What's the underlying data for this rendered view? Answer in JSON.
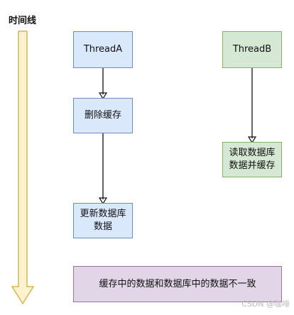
{
  "timeline": {
    "label": "时间线"
  },
  "nodes": {
    "thread_a": "ThreadA",
    "thread_b": "ThreadB",
    "delete_cache": "删除缓存",
    "update_db": "更新数据库\n数据",
    "read_db": "读取数据库\n数据并缓存",
    "inconsistent": "缓存中的数据和数据库中的数据不一致"
  },
  "colors": {
    "blue_fill": "#dae8fc",
    "blue_stroke": "#6c8ebf",
    "green_fill": "#d5e8d4",
    "green_stroke": "#82b366",
    "purple_fill": "#e1d5e7",
    "purple_stroke": "#9673a6",
    "timeline_fill": "#fff2cc",
    "timeline_stroke": "#d6b656"
  },
  "watermark": "CSDN @咖啡"
}
